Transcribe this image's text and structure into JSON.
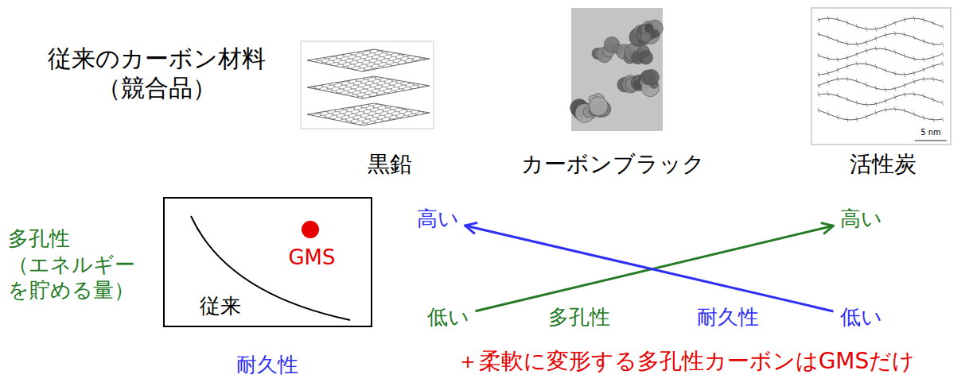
{
  "diagram": {
    "nodes": [
      {
        "text": [
          "GMS",
          "従来"
        ]
      },
      {
        "text": [
          "高い"
        ]
      },
      {
        "text": [
          "高い"
        ]
      },
      {
        "text": [
          "低い"
        ]
      },
      {
        "text": [
          "低い"
        ]
      }
    ],
    "edges": [
      {
        "from": 3,
        "to": 2,
        "arrow": "to",
        "label": "多孔性"
      },
      {
        "from": 4,
        "to": 1,
        "arrow": "to",
        "label": "耐久性"
      }
    ],
    "labels": [
      "従来のカーボン材料 （競合品）",
      "黒鉛",
      "カーボンブラック",
      "活性炭",
      "5 nm",
      "多孔性 （エネルギー を貯める量）",
      "耐久性",
      "＋柔軟に変形する多孔性カーボンはGMSだけ"
    ]
  }
}
